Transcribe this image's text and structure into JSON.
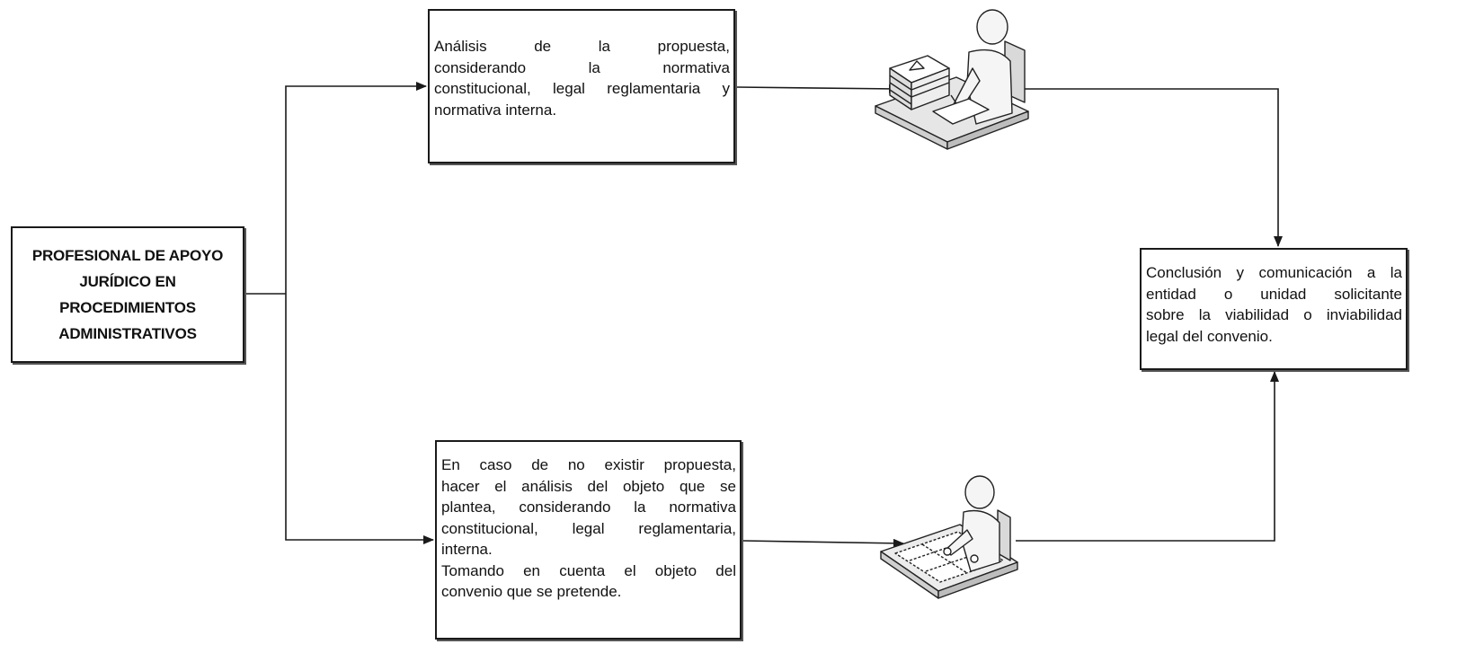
{
  "source_box": {
    "lines": [
      "PROFESIONAL DE APOYO",
      "JURÍDICO EN",
      "PROCEDIMIENTOS",
      "ADMINISTRATIVOS"
    ]
  },
  "analysis_box": {
    "lines": [
      "Análisis de la propuesta,",
      "considerando la normativa",
      "constitucional, legal reglamentaria y",
      "normativa interna."
    ]
  },
  "no_proposal_box": {
    "lines": [
      "En caso de no existir propuesta,",
      "hacer el análisis del objeto que se",
      "plantea, considerando la normativa",
      "constitucional, legal reglamentaria,",
      "interna.",
      "Tomando en cuenta el objeto del",
      "convenio que se pretende."
    ]
  },
  "conclusion_box": {
    "lines": [
      "Conclusión y comunicación a la",
      "entidad o unidad solicitante",
      "sobre la viabilidad o inviabilidad",
      "legal del convenio."
    ]
  },
  "icons": {
    "top_figure": "person-at-desk-with-documents-icon",
    "bottom_figure": "person-at-drafting-table-icon"
  },
  "colors": {
    "line": "#1a1a1a",
    "figure_fill": "#f2f2f2",
    "figure_shade": "#cfcfcf"
  }
}
